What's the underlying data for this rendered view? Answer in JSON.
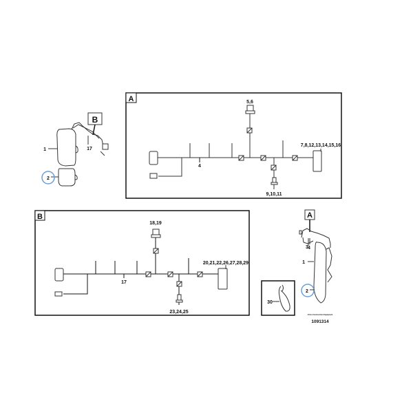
{
  "diagram": {
    "drawing_number": "1091314",
    "footer_small_text": "Volvo Construction Equipment",
    "overview_left": {
      "callout_B": "B",
      "labels": {
        "mirror_main": "1",
        "mirror_lower": "2",
        "harness": "17"
      }
    },
    "panel_A": {
      "title": "A",
      "labels": {
        "harness": "4",
        "top": "5,6",
        "bottom": "9,10,11",
        "right": "7,8,12,13,14,15,16"
      }
    },
    "panel_B": {
      "title": "B",
      "labels": {
        "harness": "17",
        "top": "18,19",
        "bottom": "23,24,25",
        "right": "20,21,22,26,27,28,29"
      }
    },
    "overview_right": {
      "callout_A": "A",
      "labels": {
        "mirror_main": "1",
        "mirror_lower": "2",
        "clip": "3",
        "harness": "4"
      }
    },
    "detail_tie": {
      "label": "30"
    },
    "highlight_color": "#6a9fd8"
  }
}
